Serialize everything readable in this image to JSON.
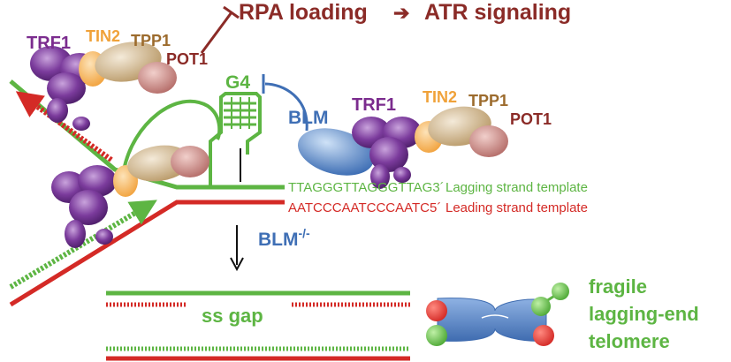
{
  "colors": {
    "trf1": "#7b2c8e",
    "tin2": "#f0a23a",
    "tpp1": "#9c6b2d",
    "pot1": "#8b2b27",
    "green": "#5db543",
    "red": "#d42a26",
    "blm": "#3f6fb5",
    "chromatid": "#5b86c9"
  },
  "top": {
    "rpa_loading": "RPA loading",
    "arrow": "➔",
    "atr_signaling": "ATR signaling"
  },
  "left_complex": {
    "trf1": "TRF1",
    "tin2": "TIN2",
    "tpp1": "TPP1",
    "pot1": "POT1"
  },
  "g4": "G4",
  "blm": "BLM",
  "right_complex": {
    "trf1": "TRF1",
    "tin2": "TIN2",
    "tpp1": "TPP1",
    "pot1": "POT1"
  },
  "sequences": {
    "lagging_seq": "TTAGGGTTAGGGTTAG3´",
    "lagging_label": "Lagging strand template",
    "leading_seq": "AATCCCAATCCCAATC5´",
    "leading_label": "Leading strand template"
  },
  "blm_ko": {
    "base": "BLM",
    "superscript": "-/-"
  },
  "ss_gap": "ss gap",
  "fragile": {
    "line1": "fragile",
    "line2": "lagging-end",
    "line3": "telomere"
  }
}
